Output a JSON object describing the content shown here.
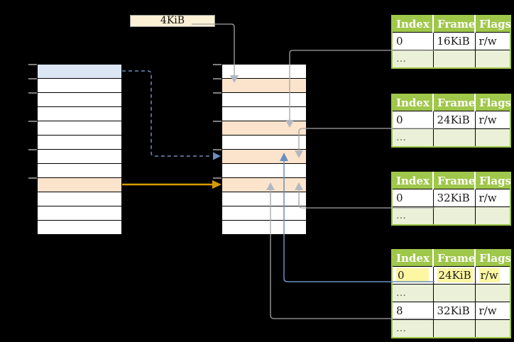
{
  "colors": {
    "background": "#000000",
    "cell-border": "#000000",
    "cell-white": "#ffffff",
    "cell-blue": "#dbe5f4",
    "cell-orange": "#fce4cc",
    "label-bg": "#fcf0d5",
    "label-border": "#999999",
    "table-green": "#9fc74a",
    "table-row-green": "#ebf1d8",
    "table-header-text": "#ffffff",
    "table-text": "#1a1a1a",
    "dots-text": "#5f6b45",
    "highlight-yellow": "#fdf6a2",
    "line-gray": "#a3a3a3",
    "arrow-gray": "#b2b8c0",
    "line-blue": "#6c8ebf",
    "line-orange": "#d79b00",
    "tick-gray": "#808080"
  },
  "page_size_label": "4KiB",
  "virtual_memory": {
    "rows": 12,
    "blue_rows": [
      0
    ],
    "orange_rows": [
      8
    ],
    "tick_rows": [
      0,
      1,
      2,
      4,
      6,
      8
    ]
  },
  "physical_memory": {
    "rows": 12,
    "blue_rows": [],
    "orange_rows": [
      1,
      4,
      6,
      8
    ],
    "tick_rows": [
      0,
      1,
      2,
      4,
      6,
      8
    ]
  },
  "page_tables": [
    {
      "headers": [
        "Index",
        "Frame",
        "Flags"
      ],
      "rows": [
        {
          "index": "0",
          "frame": "16KiB",
          "flags": "r/w"
        },
        {
          "index": "…",
          "frame": "",
          "flags": ""
        }
      ]
    },
    {
      "headers": [
        "Index",
        "Frame",
        "Flags"
      ],
      "rows": [
        {
          "index": "0",
          "frame": "24KiB",
          "flags": "r/w"
        },
        {
          "index": "…",
          "frame": "",
          "flags": ""
        }
      ]
    },
    {
      "headers": [
        "Index",
        "Frame",
        "Flags"
      ],
      "rows": [
        {
          "index": "0",
          "frame": "32KiB",
          "flags": "r/w"
        },
        {
          "index": "…",
          "frame": "",
          "flags": ""
        }
      ]
    },
    {
      "headers": [
        "Index",
        "Frame",
        "Flags"
      ],
      "rows": [
        {
          "index": "0",
          "frame": "24KiB",
          "flags": "r/w",
          "highlight": true
        },
        {
          "index": "…",
          "frame": "",
          "flags": ""
        },
        {
          "index": "8",
          "frame": "32KiB",
          "flags": "r/w"
        },
        {
          "index": "…",
          "frame": "",
          "flags": ""
        }
      ]
    }
  ]
}
